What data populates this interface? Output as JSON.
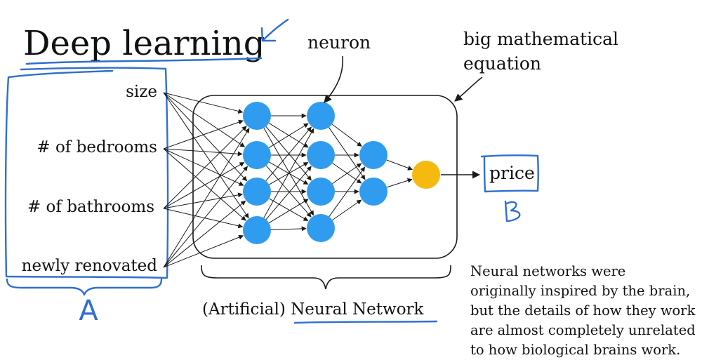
{
  "title": "Deep learning",
  "inputs": [
    "size",
    "# of bedrooms",
    "# of bathrooms",
    "newly renovated"
  ],
  "output_label": "price",
  "neuron_label": "neuron",
  "equation_label": [
    "big mathematical",
    "equation"
  ],
  "network_label_prefix": "(Artificial)",
  "network_label_main": "Neural Network",
  "handwritten_labels": {
    "inputs_group": "A",
    "output_group": "B"
  },
  "note": [
    "Neural networks were",
    "originally inspired by the brain,",
    "but the details of how they work",
    "are almost completely unrelated",
    "to how biological brains work."
  ],
  "network_layers": [
    4,
    4,
    4,
    2,
    1
  ],
  "colors": {
    "hidden_neuron": "#2f9cf0",
    "output_neuron": "#f5b90f",
    "handwriting": "#2f6fcf",
    "line": "#1a1a1a"
  }
}
